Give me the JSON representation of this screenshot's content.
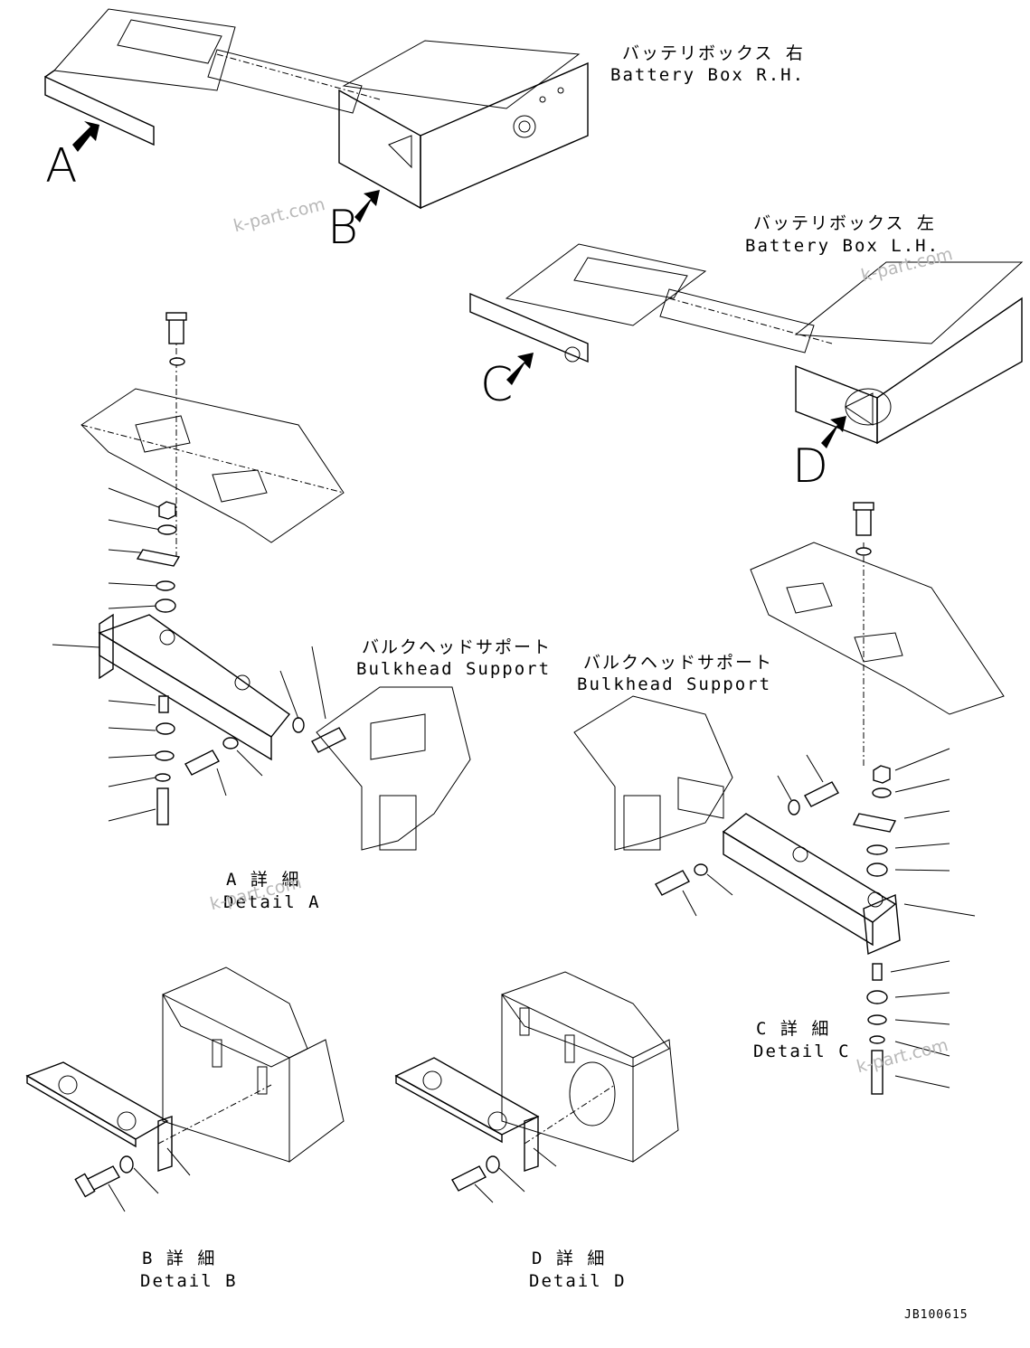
{
  "labels": {
    "battery_rh_jp": "バッテリボックス 右",
    "battery_rh_en": "Battery Box R.H.",
    "battery_lh_jp": "バッテリボックス 左",
    "battery_lh_en": "Battery Box L.H.",
    "bulkhead_a_jp": "バルクヘッドサポート",
    "bulkhead_a_en": "Bulkhead Support",
    "bulkhead_c_jp": "バルクヘッドサポート",
    "bulkhead_c_en": "Bulkhead Support",
    "detail_a_jp": "A 詳 細",
    "detail_a_en": "Detail A",
    "detail_b_jp": "B 詳 細",
    "detail_b_en": "Detail B",
    "detail_c_jp": "C 詳 細",
    "detail_c_en": "Detail C",
    "detail_d_jp": "D 詳 細",
    "detail_d_en": "Detail D"
  },
  "view_letters": {
    "a": "A",
    "b": "B",
    "c": "C",
    "d": "D"
  },
  "watermark": "k-part.com",
  "drawing_code": "JB100615",
  "colors": {
    "line": "#000000",
    "watermark": "#b8b8b8",
    "background": "#ffffff"
  }
}
